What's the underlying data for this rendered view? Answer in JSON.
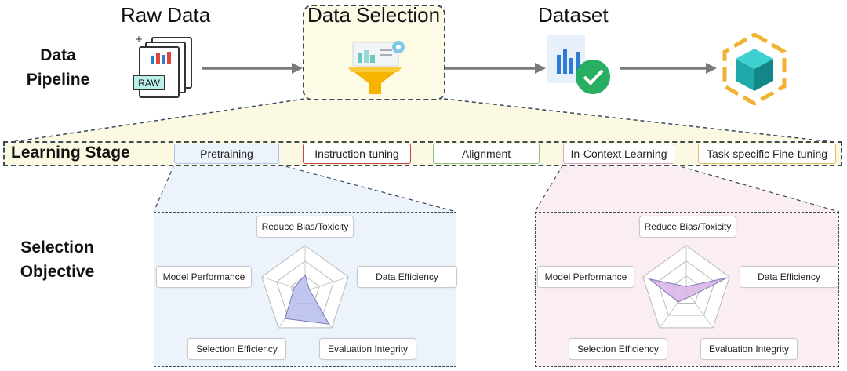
{
  "pipeline": {
    "label": "Data\nPipeline",
    "steps": [
      "Raw Data",
      "Data Selection",
      "Dataset"
    ],
    "raw_icon_text": "RAW"
  },
  "learning_stage": {
    "label": "Learning Stage",
    "stages": [
      {
        "label": "Pretraining",
        "color": "#a9c4e8"
      },
      {
        "label": "Instruction-tuning",
        "color": "#c0453c"
      },
      {
        "label": "Alignment",
        "color": "#8cc47b"
      },
      {
        "label": "In-Context Learning",
        "color": "#d6a6d6"
      },
      {
        "label": "Task-specific Fine-tuning",
        "color": "#e5b96a"
      }
    ]
  },
  "selection_objective": {
    "label": "Selection\nObjective",
    "panels": [
      {
        "stage": "Pretraining",
        "background": "#edf3fb",
        "fill": "#b7bdf0",
        "objectives": [
          "Reduce Bias/Toxicity",
          "Data Efficiency",
          "Evaluation Integrity",
          "Selection Efficiency",
          "Model  Performance"
        ],
        "levels": [
          0.35,
          0.1,
          0.9,
          0.75,
          0.25
        ]
      },
      {
        "stage": "In-Context Learning",
        "background": "#fbeef2",
        "fill": "#d9b3e6",
        "objectives": [
          "Reduce Bias/Toxicity",
          "Data Efficiency",
          "Evaluation Integrity",
          "Selection Efficiency",
          "Model  Performance"
        ],
        "levels": [
          0.1,
          0.95,
          0.15,
          0.3,
          0.85
        ]
      }
    ]
  },
  "colors": {
    "dashed_border": "#3c4a5c",
    "data_selection_bg": "#fdfbe6",
    "stage_band_bg": "#fcf9e3",
    "arrow": "#7a7a7a",
    "funnel": "#f5b400",
    "check": "#27ae60",
    "cube": "#1fa9a9",
    "hex": "#f2b233"
  }
}
